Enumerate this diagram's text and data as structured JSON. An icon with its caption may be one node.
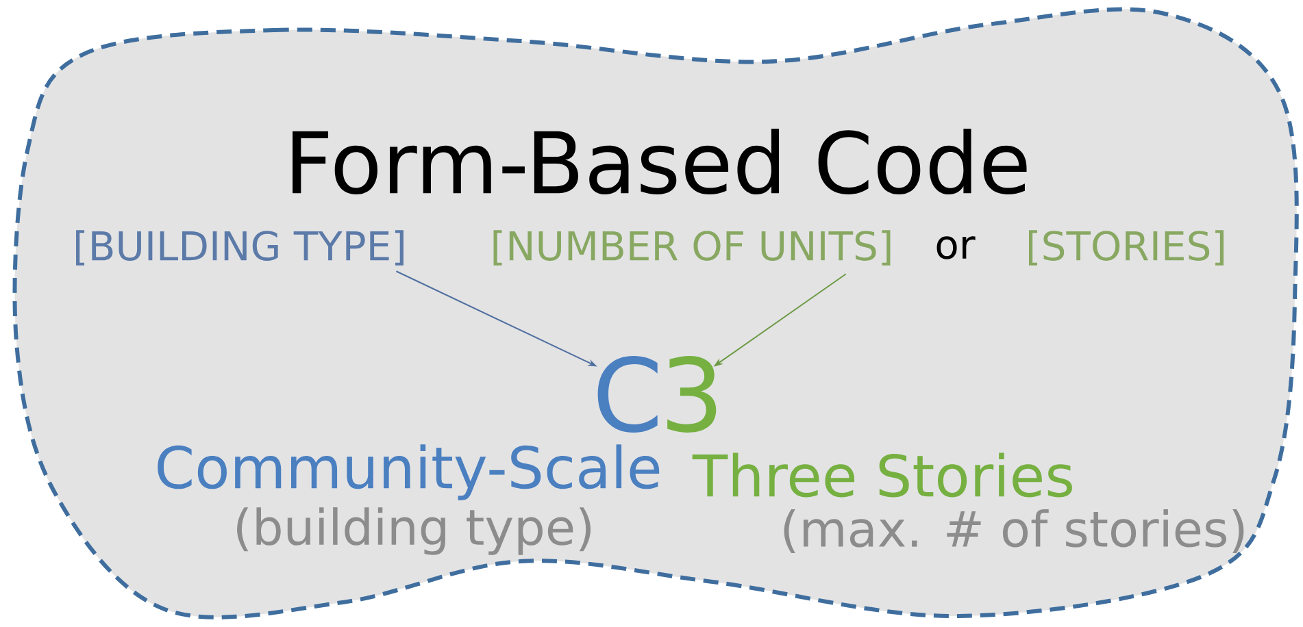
{
  "diagram": {
    "nodes": [
      {
        "text": [
          "Form-Based Code"
        ]
      },
      {
        "text": [
          "[BUILDING TYPE]"
        ],
        "in": 0
      },
      {
        "text": [
          "[NUMBER OF UNITS]"
        ],
        "in": 0
      },
      {
        "text": [
          "C"
        ],
        "in": 0
      },
      {
        "text": [
          "3"
        ],
        "in": 0
      }
    ],
    "edges": [
      {
        "from": 1,
        "to": 3,
        "arrow": "to",
        "color": "#4f6f9f"
      },
      {
        "from": 2,
        "to": 4,
        "arrow": "to",
        "color": "#6e9a45"
      }
    ],
    "labels": [
      "or",
      "[STORIES]",
      "Community-Scale",
      "Three Stories",
      "(building type)",
      "(max. # of stories)"
    ]
  }
}
